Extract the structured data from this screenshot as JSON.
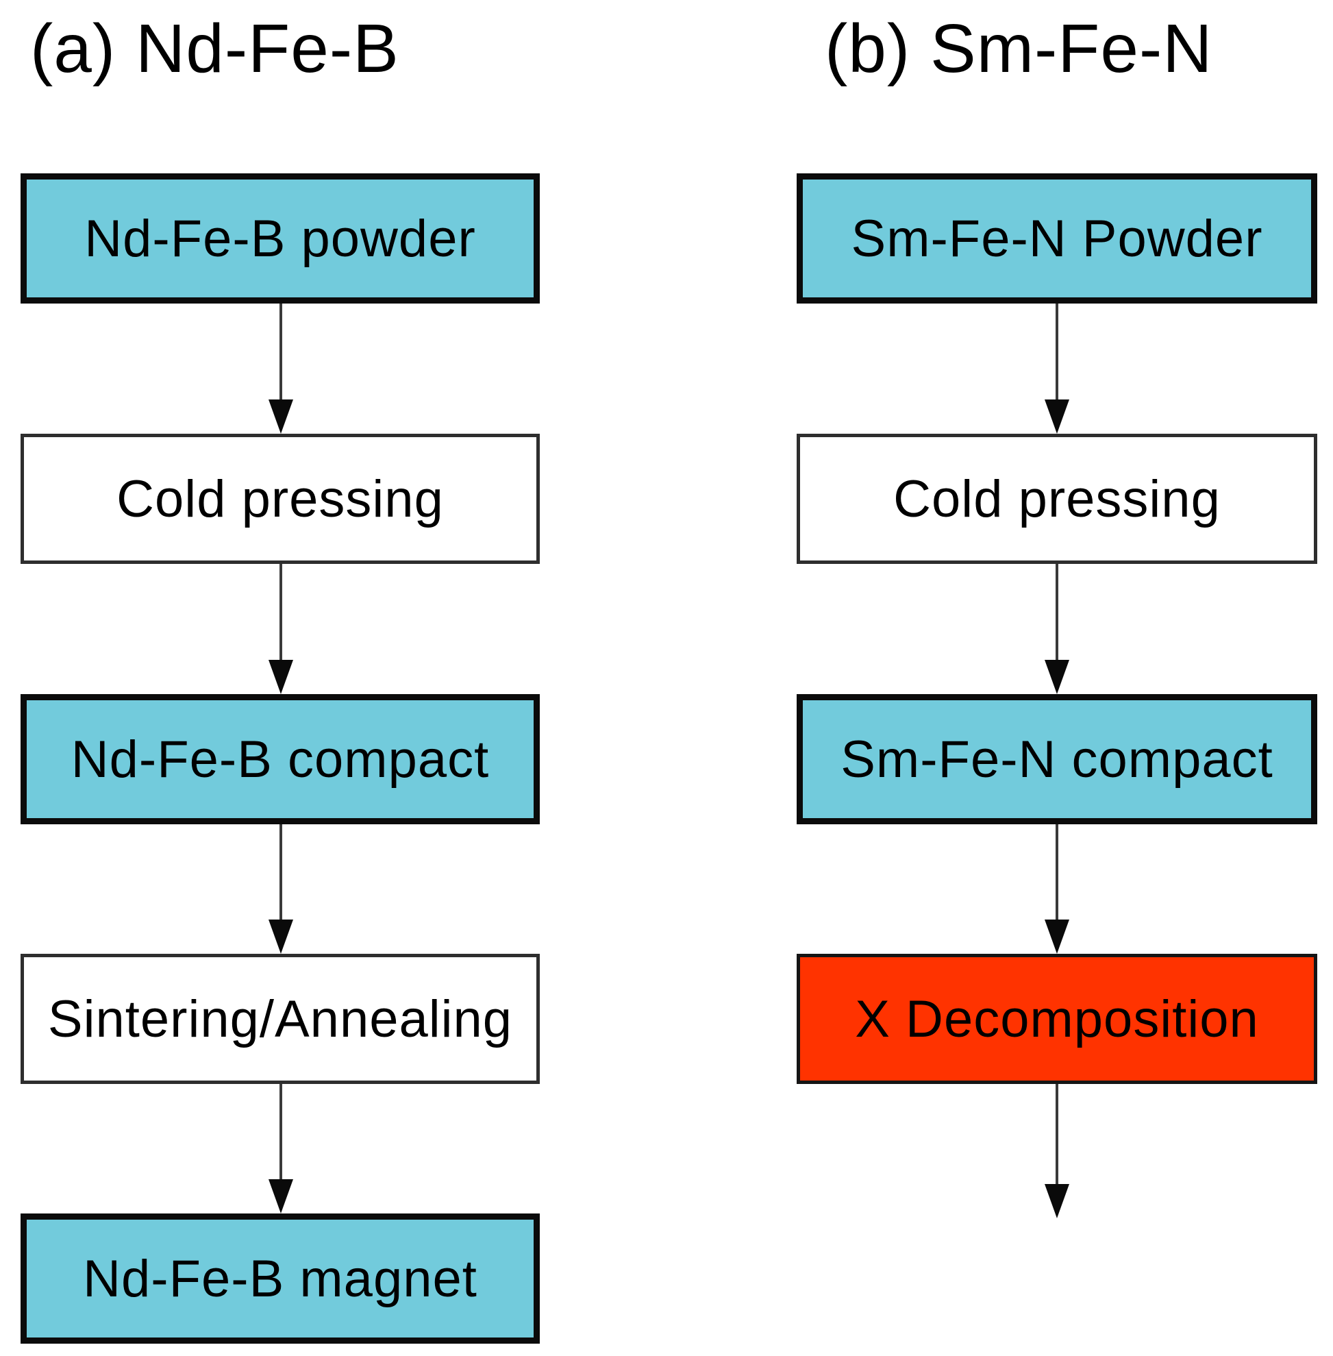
{
  "figure": {
    "kind": "flowchart-comparison",
    "description_visible_only": "Two vertical process flowcharts side by side"
  },
  "colors": {
    "material_fill": "#72CBDC",
    "process_fill": "#FFFFFF",
    "warning_fill": "#FF3300",
    "box_border": "#0B0B0B",
    "arrow_line": "#3A3A3A",
    "arrow_head": "#0A0A0A",
    "text": "#000000",
    "bg": "#FFFFFF"
  },
  "columns": [
    {
      "title": "(a) Nd-Fe-B",
      "steps": [
        {
          "label": "Nd-Fe-B powder",
          "kind": "material"
        },
        {
          "label": "Cold pressing",
          "kind": "process"
        },
        {
          "label": "Nd-Fe-B compact",
          "kind": "material"
        },
        {
          "label": "Sintering/Annealing",
          "kind": "process"
        },
        {
          "label": "Nd-Fe-B magnet",
          "kind": "material"
        }
      ],
      "trailing_arrow": false
    },
    {
      "title": "(b) Sm-Fe-N",
      "steps": [
        {
          "label": "Sm-Fe-N Powder",
          "kind": "material"
        },
        {
          "label": "Cold pressing",
          "kind": "process"
        },
        {
          "label": "Sm-Fe-N compact",
          "kind": "material"
        },
        {
          "label": "X Decomposition",
          "kind": "warning"
        }
      ],
      "trailing_arrow": true
    }
  ]
}
